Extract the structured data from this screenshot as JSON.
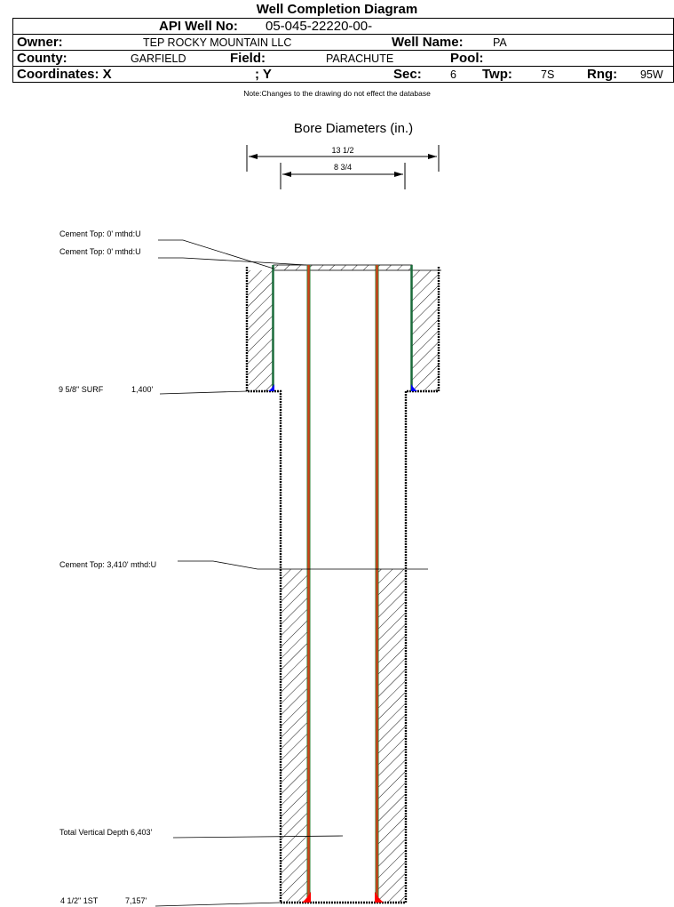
{
  "header": {
    "title": "Well Completion Diagram",
    "api_label": "API Well No:",
    "api_value": "05-045-22220-00-",
    "owner_label": "Owner:",
    "owner_value": "TEP ROCKY MOUNTAIN LLC",
    "well_name_label": "Well Name:",
    "well_name_value": "PA",
    "county_label": "County:",
    "county_value": "GARFIELD",
    "field_label": "Field:",
    "field_value": "PARACHUTE",
    "pool_label": "Pool:",
    "pool_value": "",
    "coordinates_label": "Coordinates: X",
    "y_label": "; Y",
    "sec_label": "Sec:",
    "sec_value": "6",
    "twp_label": "Twp:",
    "twp_value": "7S",
    "rng_label": "Rng:",
    "rng_value": "95W"
  },
  "note": "Note:Changes to the drawing do not effect the database",
  "bore": {
    "title": "Bore Diameters (in.)",
    "diameters": [
      "13 1/2",
      "8 3/4"
    ]
  },
  "annotations": {
    "cement_top_1": "Cement Top: 0' mthd:U",
    "cement_top_2": "Cement Top: 0' mthd:U",
    "surface_casing": "9 5/8\" SURF",
    "surface_depth": "1,400'",
    "cement_top_3": "Cement Top: 3,410' mthd:U",
    "tvd": "Total Vertical Depth 6,403'",
    "production_casing": "4 1/2\" 1ST",
    "production_depth": "7,157'"
  },
  "colors": {
    "surface_casing": "#1a6b3a",
    "surface_shoe": "#0000ff",
    "production_casing_outer": "#2e7d32",
    "production_casing_inner": "#e02010",
    "production_shoe": "#ff0000",
    "production_tubing": "#8b4513"
  }
}
